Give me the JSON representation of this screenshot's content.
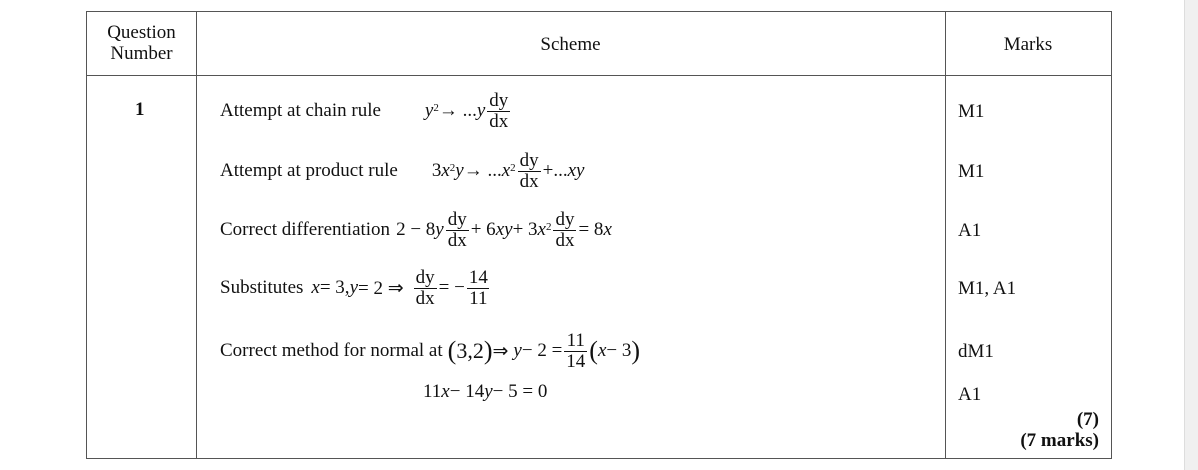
{
  "headers": {
    "question_l1": "Question",
    "question_l2": "Number",
    "scheme": "Scheme",
    "marks": "Marks"
  },
  "question_number": "1",
  "rows": [
    {
      "label": "Attempt at chain rule",
      "math": {
        "a": "y",
        "a_sup": "2",
        "b": " → ...",
        "c": "y",
        "num": "dy",
        "den": "dx"
      },
      "mark": "M1"
    },
    {
      "label": "Attempt at product rule",
      "math": {
        "a": "3",
        "b": "x",
        "b_sup": "2",
        "c": "y",
        "d": " → ...",
        "e": "x",
        "e_sup": "2",
        "num": "dy",
        "den": "dx",
        "f": "+...",
        "g": "xy"
      },
      "mark": "M1"
    },
    {
      "label": "Correct differentiation",
      "math": {
        "a": "2 − 8",
        "b": "y",
        "num": "dy",
        "den": "dx",
        "c": "+ 6",
        "d": "xy",
        "e": "+ 3",
        "f": "x",
        "f_sup": "2",
        "num2": "dy",
        "den2": "dx",
        "g": "= 8",
        "h": "x"
      },
      "mark": "A1"
    },
    {
      "label": "Substitutes",
      "math": {
        "a": "x",
        "b": " = 3, ",
        "c": "y",
        "d": " = 2 ⇒",
        "num": "dy",
        "den": "dx",
        "e": " = −",
        "num2": "14",
        "den2": "11"
      },
      "mark": "M1, A1"
    },
    {
      "label": "Correct method for normal at",
      "math": {
        "lp": "(",
        "a": "3,2",
        "rp": ")",
        "b": "⇒",
        "c": "y",
        "d": " − 2 =",
        "num": "11",
        "den": "14",
        "lp2": "(",
        "e": "x",
        "f": " − 3",
        "rp2": ")"
      },
      "mark": "dM1"
    },
    {
      "math": {
        "a": "11",
        "b": "x",
        "c": " − 14",
        "d": "y",
        "e": " − 5 = 0"
      },
      "mark": "A1"
    }
  ],
  "subtotal": "(7)",
  "total": "(7 marks)"
}
